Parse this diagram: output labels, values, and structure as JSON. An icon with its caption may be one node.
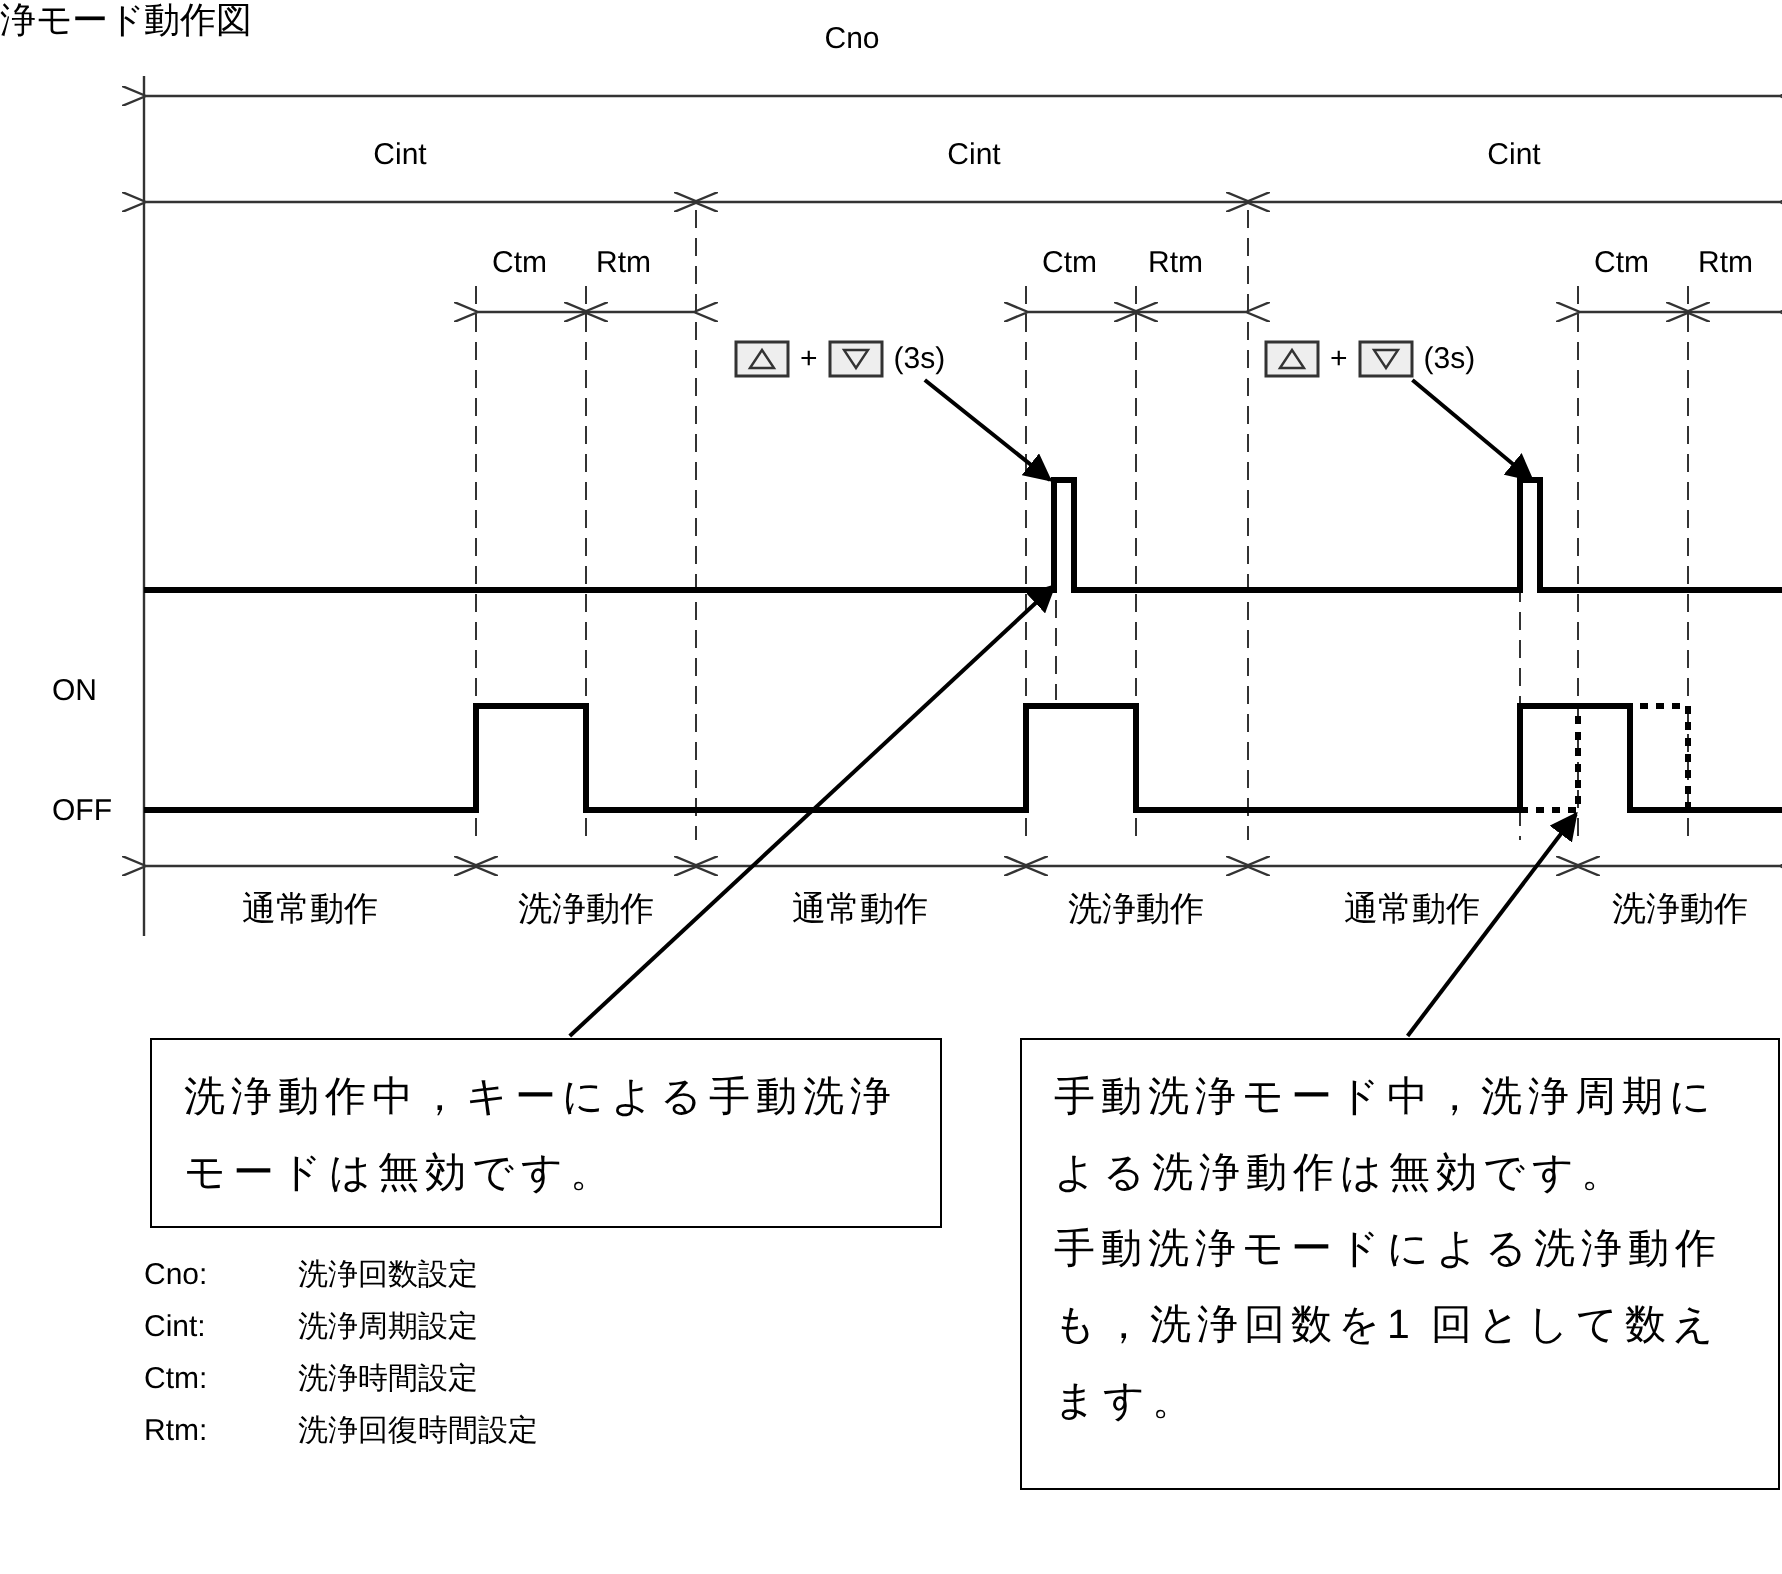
{
  "diagram": {
    "title": "浄モード動作図",
    "nodes": [
      {
        "text": [
          "+",
          "(3s)"
        ]
      },
      {
        "text": [
          "+",
          "(3s)"
        ]
      },
      {
        "text": [
          "洗浄動作中，キーによる手動洗浄モードは無効です。"
        ]
      },
      {
        "text": [
          "手動洗浄モード中，洗浄周期による洗浄動作は無効です。",
          "手動洗浄モードによる洗浄動作も，洗浄回数を1 回として数えます。"
        ]
      }
    ],
    "edges": [
      {
        "from": 0,
        "to": null,
        "arrow": "to"
      },
      {
        "from": 1,
        "to": null,
        "arrow": "to"
      },
      {
        "from": 2,
        "to": null,
        "arrow": "to"
      },
      {
        "from": 3,
        "to": null,
        "arrow": "to"
      }
    ],
    "labels": [
      "Cno",
      "Cint",
      "Cint",
      "Cint",
      "Ctm",
      "Rtm",
      "Ctm",
      "Rtm",
      "Ctm",
      "Rtm",
      "ON",
      "OFF",
      "通常動作",
      "洗浄動作",
      "通常動作",
      "洗浄動作",
      "通常動作",
      "洗浄動作",
      "Cno:",
      "洗浄回数設定",
      "Cint:",
      "洗浄周期設定",
      "Ctm:",
      "洗浄時間設定",
      "Rtm:",
      "洗浄回復時間設定"
    ]
  }
}
